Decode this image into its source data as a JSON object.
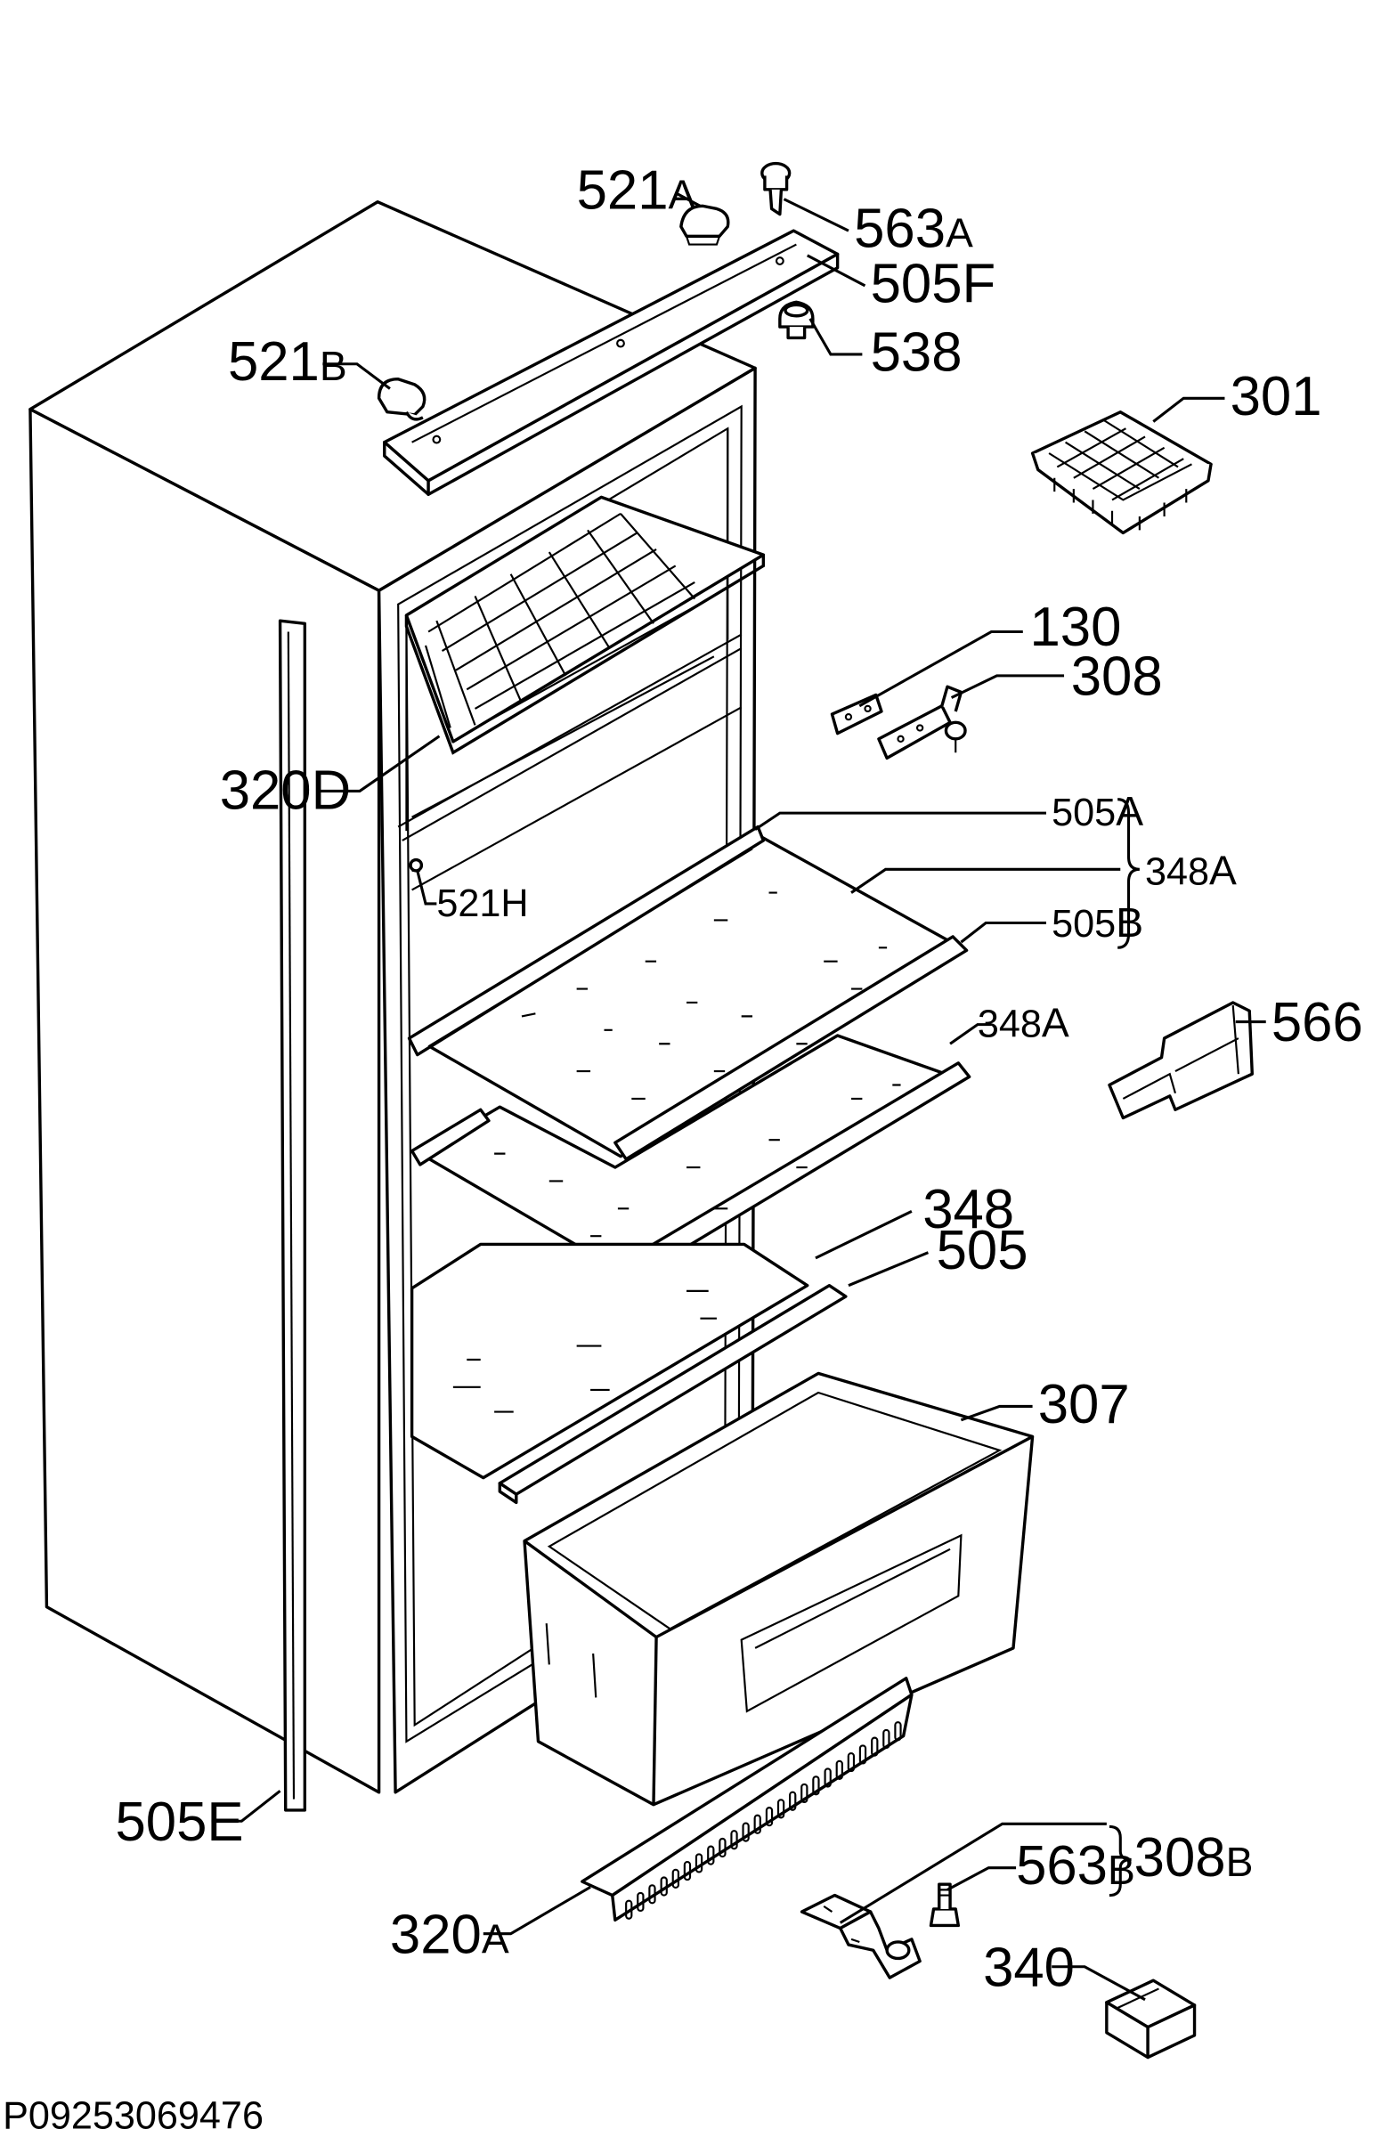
{
  "diagram": {
    "reference_code": "P09253069476",
    "labels": {
      "l521A": {
        "main": "521",
        "suffix": "A"
      },
      "l563A": {
        "main": "563",
        "suffix": "A"
      },
      "l505F": {
        "main": "505F",
        "suffix": ""
      },
      "l521B": {
        "main": "521",
        "suffix": "B"
      },
      "l538": {
        "main": "538",
        "suffix": ""
      },
      "l301": {
        "main": "301",
        "suffix": ""
      },
      "l130": {
        "main": "130",
        "suffix": ""
      },
      "l308": {
        "main": "308",
        "suffix": ""
      },
      "l320D": {
        "main": "320D",
        "suffix": ""
      },
      "l505A": {
        "main": "505",
        "suffix": "A"
      },
      "l348A_group": {
        "main": "348",
        "suffix": "A"
      },
      "l505B": {
        "main": "505",
        "suffix": "B"
      },
      "l521H": {
        "main": "521H",
        "suffix": ""
      },
      "l348A": {
        "main": "348",
        "suffix": "A"
      },
      "l566": {
        "main": "566",
        "suffix": ""
      },
      "l348": {
        "main": "348",
        "suffix": ""
      },
      "l505": {
        "main": "505",
        "suffix": ""
      },
      "l307": {
        "main": "307",
        "suffix": ""
      },
      "l505E": {
        "main": "505E",
        "suffix": ""
      },
      "l563B": {
        "main": "563",
        "suffix": "B"
      },
      "l308B": {
        "main": "308",
        "suffix": "B"
      },
      "l320A": {
        "main": "320",
        "suffix": "A"
      },
      "l340": {
        "main": "340",
        "suffix": ""
      }
    }
  }
}
